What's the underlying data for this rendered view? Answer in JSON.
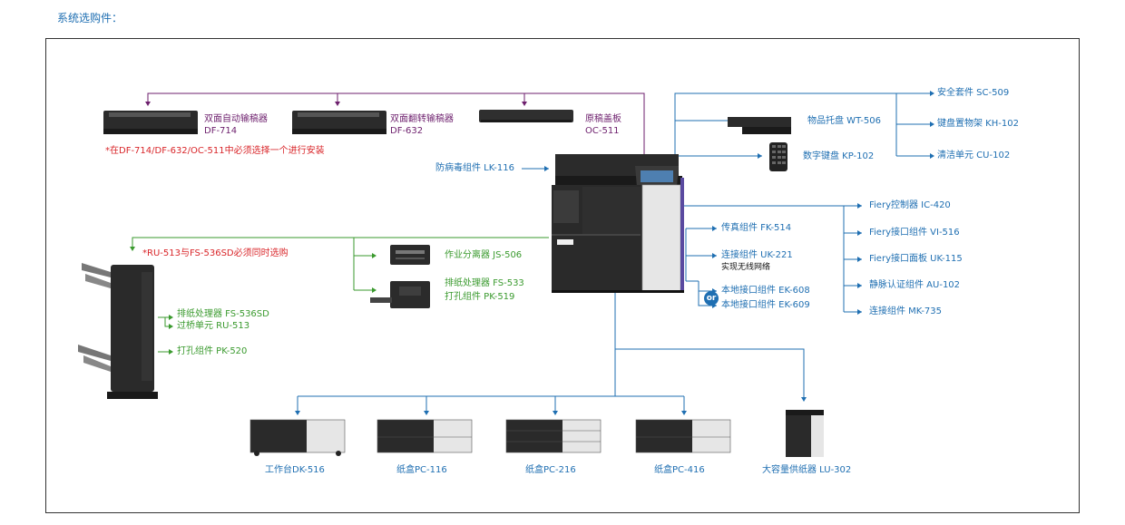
{
  "heading": "系统选购件：",
  "colors": {
    "purple": "#6d1f6d",
    "blue": "#1f6fb2",
    "green": "#3a9a2e",
    "red": "#d9262a"
  },
  "top_options": {
    "df714_name": "双面自动输稿器",
    "df714_code": "DF-714",
    "df632_name": "双面翻转输稿器",
    "df632_code": "DF-632",
    "oc511_name": "原稿盖板",
    "oc511_code": "OC-511",
    "note": "*在DF-714/DF-632/OC-511中必须选择一个进行安装"
  },
  "lk116": "防病毒组件 LK-116",
  "right_top": {
    "wt506": "物品托盘 WT-506",
    "kp102": "数字键盘 KP-102",
    "sc509": "安全套件 SC-509",
    "kh102": "键盘置物架 KH-102",
    "cu102": "清洁单元 CU-102"
  },
  "right_middle": {
    "fk514": "传真组件 FK-514",
    "uk221": "连接组件 UK-221",
    "uk221_sub": "实现无线网络",
    "ek608": "本地接口组件 EK-608",
    "ek609": "本地接口组件 EK-609",
    "or": "or",
    "ic420": "Fiery控制器 IC-420",
    "vi516": "Fiery接口组件 VI-516",
    "uk115": "Fiery接口面板 UK-115",
    "au102": "静脉认证组件 AU-102",
    "mk735": "连接组件 MK-735"
  },
  "left": {
    "note": "*RU-513与FS-536SD必须同时选购",
    "js506": "作业分离器 JS-506",
    "fs533": "排纸处理器 FS-533",
    "pk519": "打孔组件 PK-519",
    "fs536sd": "排纸处理器 FS-536SD",
    "ru513": "过桥单元 RU-513",
    "pk520": "打孔组件 PK-520"
  },
  "bottom": {
    "dk516": "工作台DK-516",
    "pc116": "纸盒PC-116",
    "pc216": "纸盒PC-216",
    "pc416": "纸盒PC-416",
    "lu302": "大容量供纸器 LU-302"
  }
}
